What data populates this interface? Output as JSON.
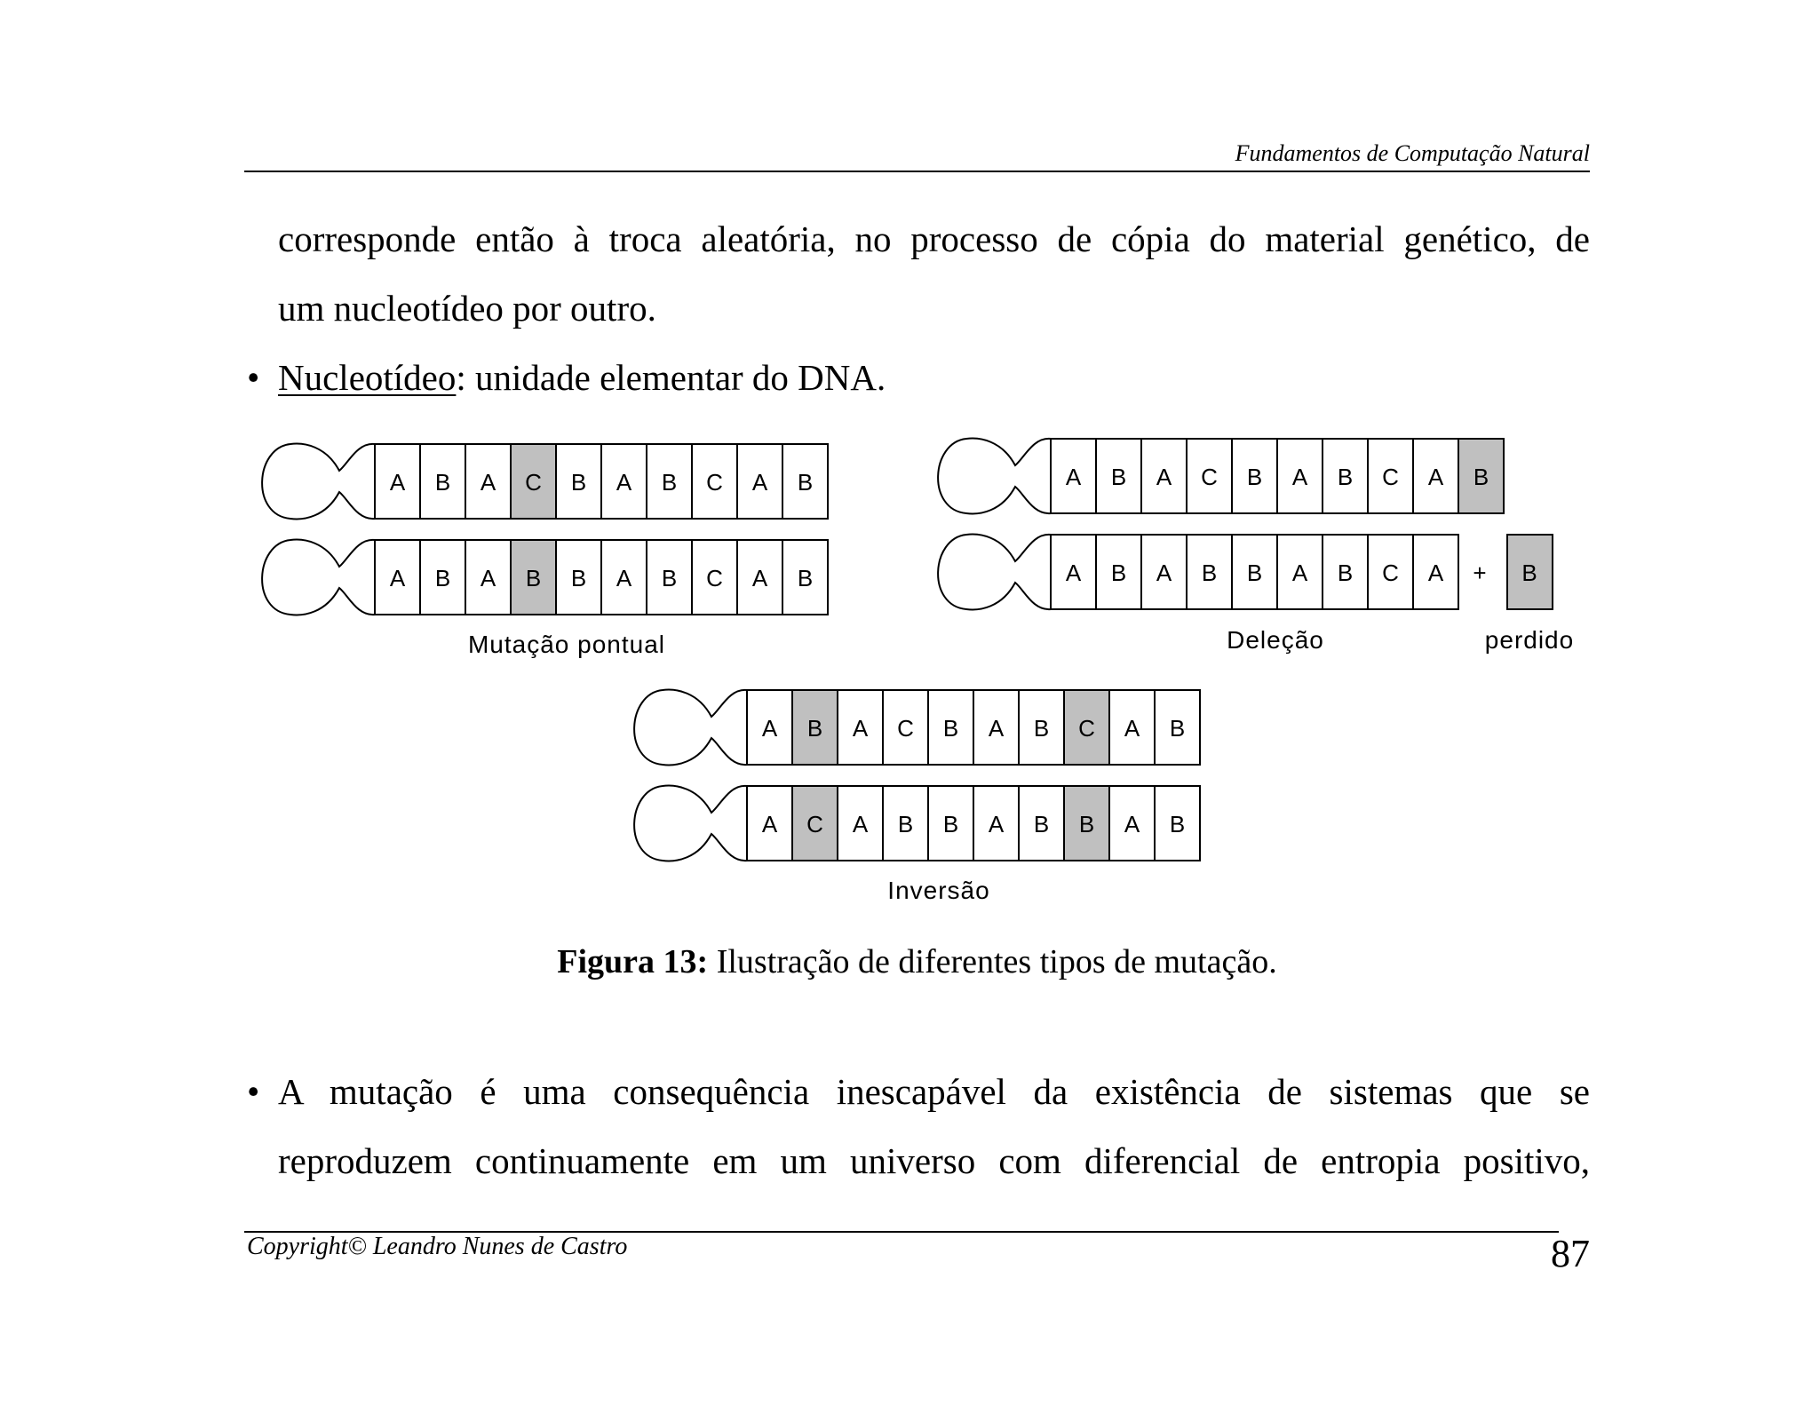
{
  "header": {
    "running_title": "Fundamentos de Computação Natural"
  },
  "body": {
    "continuation_line1": "corresponde então à troca aleatória, no processo de cópia do material genético, de",
    "continuation_line2": "um nucleotídeo por outro.",
    "bullet1_term": "Nucleotídeo",
    "bullet1_rest": ": unidade elementar do DNA.",
    "bullet2_line1": "A mutação é uma consequência inescapável da existência de sistemas que se",
    "bullet2_line2": "reproduzem continuamente em um universo com diferencial de entropia positivo,"
  },
  "figure": {
    "caption_bold": "Figura 13:",
    "caption_text": " Ilustração de diferentes tipos de mutação.",
    "highlight_color": "#c0c0c0",
    "panels": [
      {
        "id": "point-mutation",
        "label": "Mutação pontual",
        "strands": [
          {
            "cells": [
              "A",
              "B",
              "A",
              "C",
              "B",
              "A",
              "B",
              "C",
              "A",
              "B"
            ],
            "highlight": [
              3
            ]
          },
          {
            "cells": [
              "A",
              "B",
              "A",
              "B",
              "B",
              "A",
              "B",
              "C",
              "A",
              "B"
            ],
            "highlight": [
              3
            ]
          }
        ]
      },
      {
        "id": "deletion",
        "label": "Deleção",
        "lost_label": "perdido",
        "plus_sign": "+",
        "lost_cell": "B",
        "strands": [
          {
            "cells": [
              "A",
              "B",
              "A",
              "C",
              "B",
              "A",
              "B",
              "C",
              "A",
              "B"
            ],
            "highlight": [
              9
            ]
          },
          {
            "cells": [
              "A",
              "B",
              "A",
              "B",
              "B",
              "A",
              "B",
              "C",
              "A"
            ],
            "highlight": []
          }
        ]
      },
      {
        "id": "inversion",
        "label": "Inversão",
        "strands": [
          {
            "cells": [
              "A",
              "B",
              "A",
              "C",
              "B",
              "A",
              "B",
              "C",
              "A",
              "B"
            ],
            "highlight": [
              1,
              7
            ]
          },
          {
            "cells": [
              "A",
              "C",
              "A",
              "B",
              "B",
              "A",
              "B",
              "B",
              "A",
              "B"
            ],
            "highlight": [
              1,
              7
            ]
          }
        ]
      }
    ]
  },
  "footer": {
    "copyright": "Copyright© Leandro Nunes de Castro",
    "page_number": "87"
  }
}
